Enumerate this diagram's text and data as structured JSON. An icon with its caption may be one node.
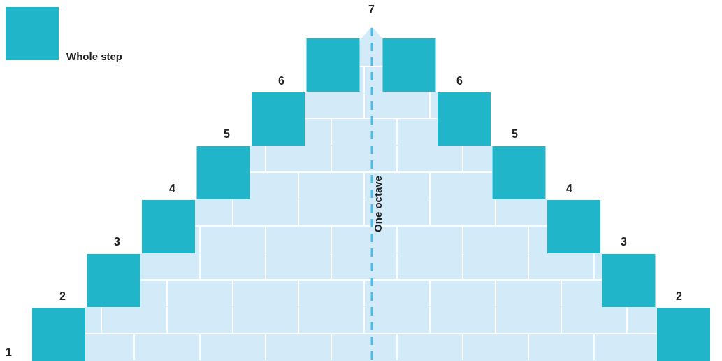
{
  "diagram": {
    "labels": [
      "7",
      "6",
      "6",
      "5",
      "5",
      "4",
      "4",
      "3",
      "3",
      "2",
      "2",
      "1",
      "One octave"
    ],
    "legend": [
      {
        "text": "Whole step",
        "color": "#20b5c9"
      }
    ]
  }
}
